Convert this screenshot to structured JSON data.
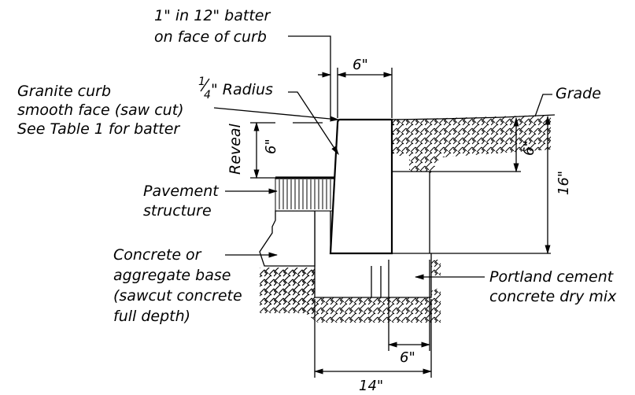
{
  "labels": {
    "batter_note_line1": "1\" in 12\" batter",
    "batter_note_line2": "on face of curb",
    "granite_line1": "Granite curb",
    "granite_line2": "smooth face (saw cut)",
    "granite_line3": "See Table 1 for batter",
    "radius_num": "1",
    "radius_den": "4",
    "radius_rest": "\" Radius",
    "grade": "Grade",
    "reveal": "Reveal",
    "pavement_line1": "Pavement",
    "pavement_line2": "structure",
    "base_line1": "Concrete or",
    "base_line2": "aggregate base",
    "base_line3": "(sawcut concrete",
    "base_line4": "full depth)",
    "pcc_line1": "Portland cement",
    "pcc_line2": "concrete dry mix"
  },
  "dimensions": {
    "curb_top_width": "6\"",
    "reveal_height": "6\"",
    "grade_to_backfill": "6\"",
    "curb_depth": "16\"",
    "backfill_bottom_width": "6\"",
    "footing_width": "14\""
  }
}
